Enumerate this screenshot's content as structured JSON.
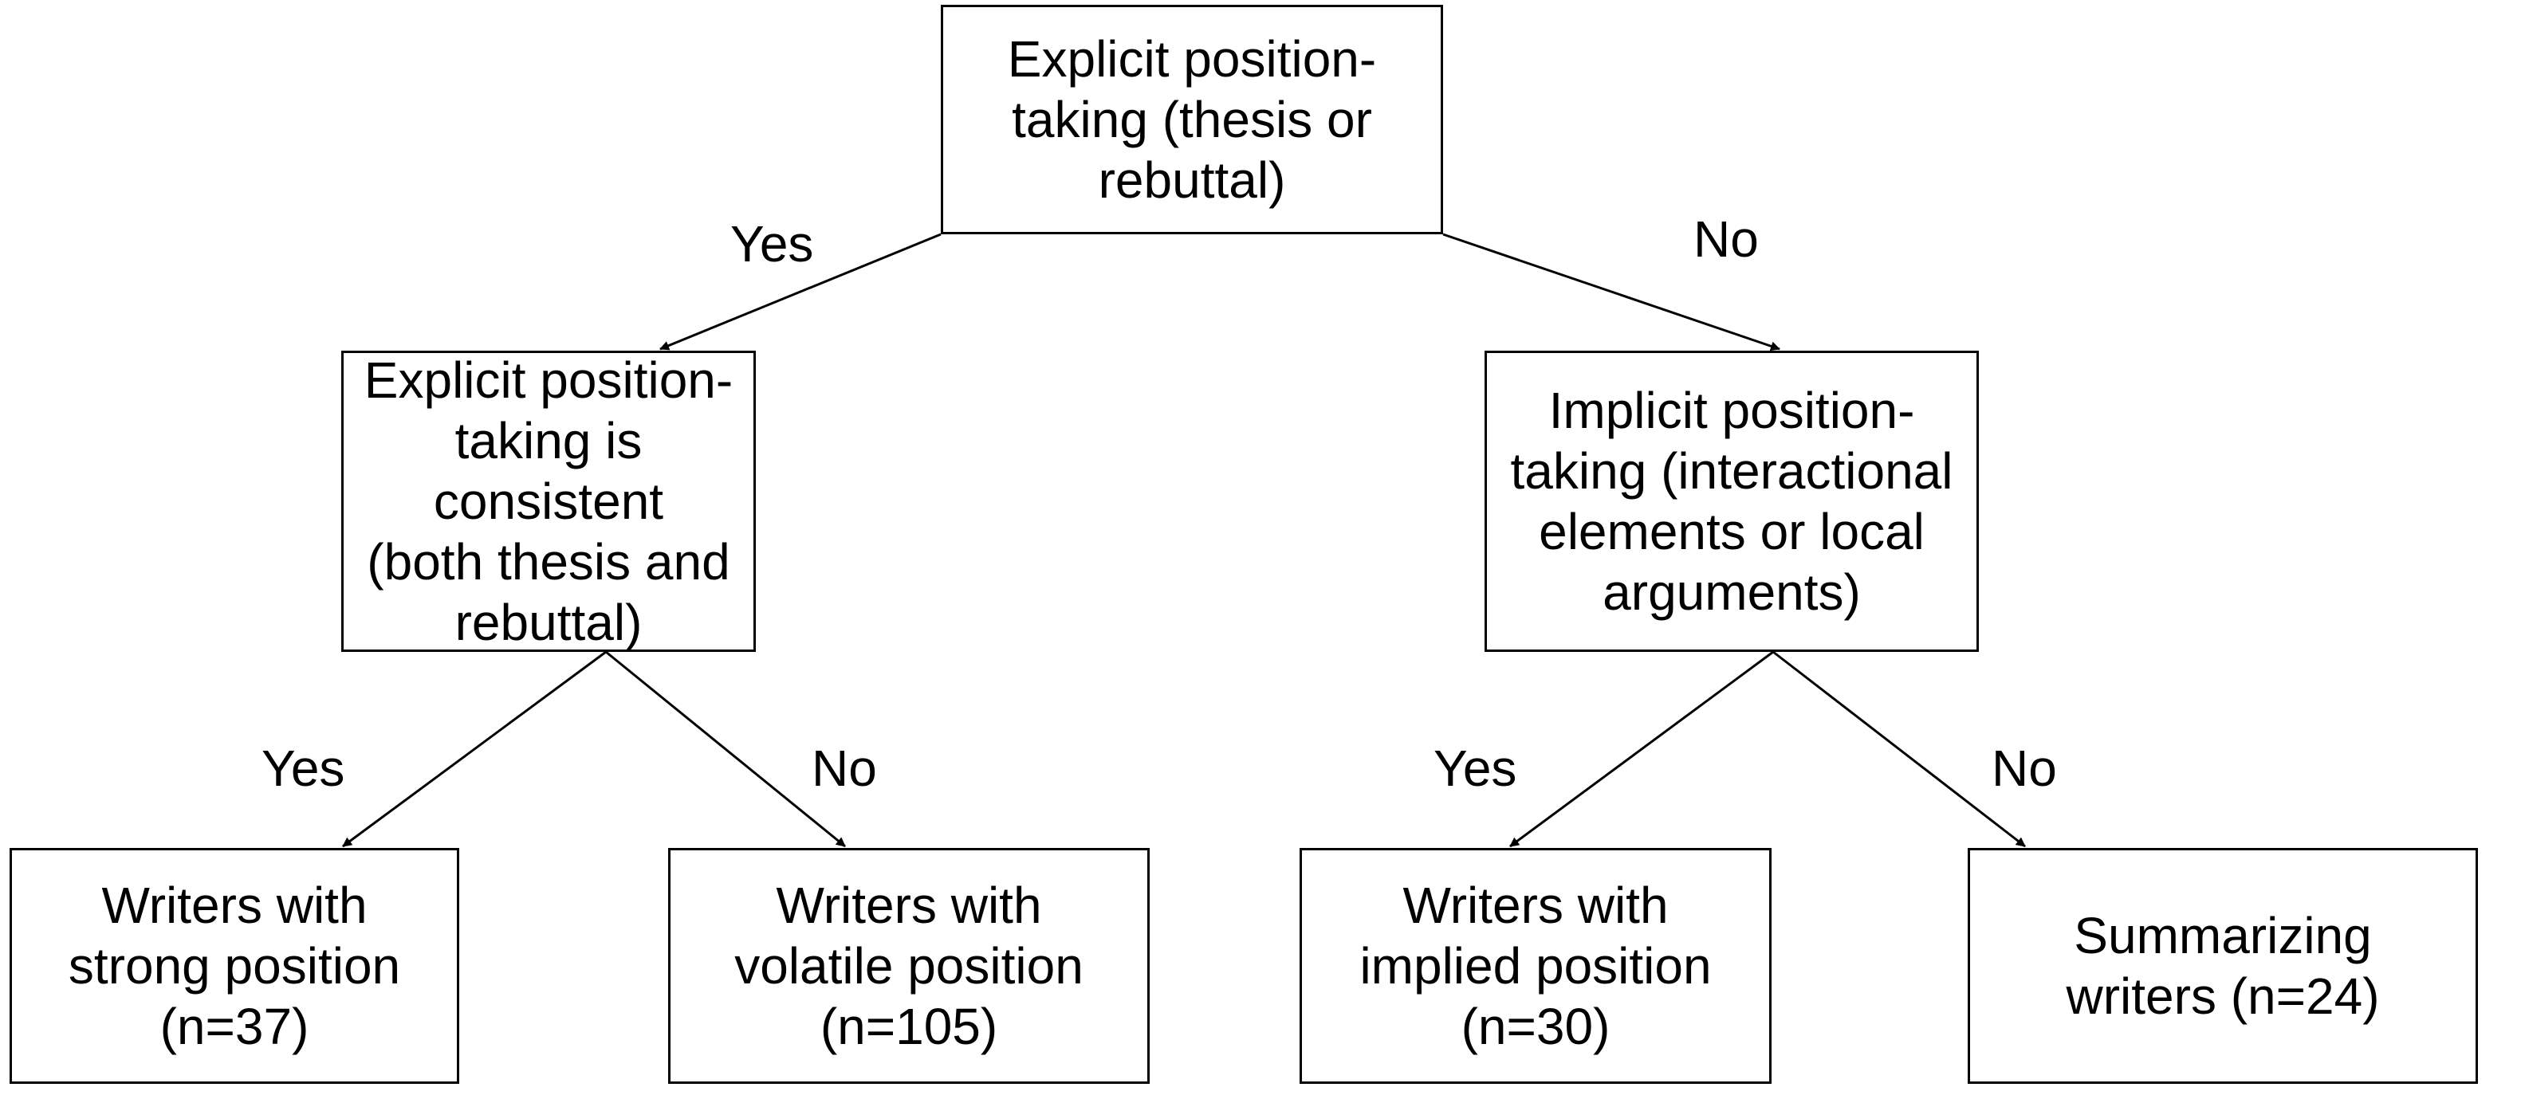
{
  "tree": {
    "root": {
      "text": "Explicit position-\ntaking (thesis or\nrebuttal)",
      "yes_label": "Yes",
      "no_label": "No"
    },
    "explicit_consistent": {
      "text": "Explicit position-\ntaking is consistent\n(both thesis and\nrebuttal)",
      "yes_label": "Yes",
      "no_label": "No"
    },
    "implicit": {
      "text": "Implicit position-\ntaking (interactional\nelements or local\narguments)",
      "yes_label": "Yes",
      "no_label": "No"
    },
    "leaves": {
      "strong": "Writers with\nstrong position\n(n=37)",
      "volatile": "Writers with\nvolatile position\n(n=105)",
      "implied": "Writers with\nimplied position\n(n=30)",
      "summarizing": "Summarizing\nwriters (n=24)"
    }
  }
}
